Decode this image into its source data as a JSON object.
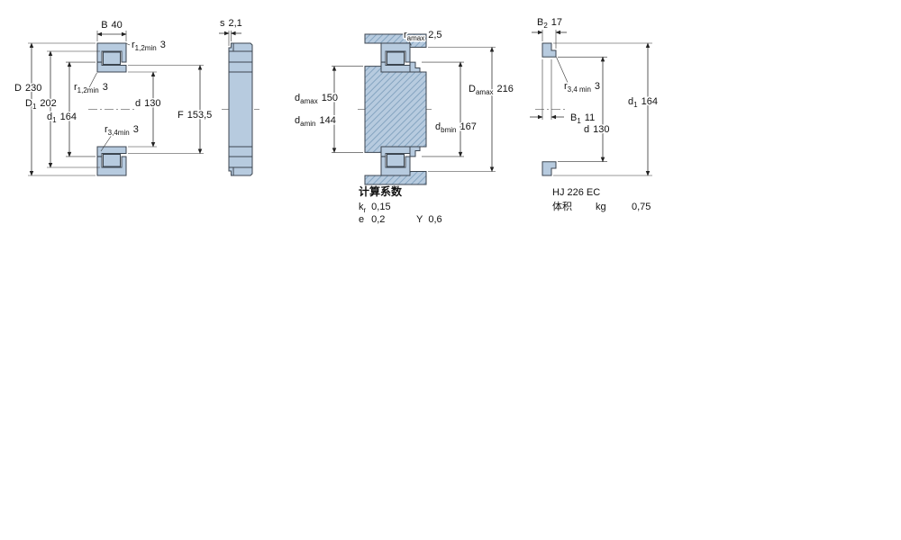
{
  "colors": {
    "section_fill": "#b7cbdf",
    "hatch_stroke": "#7fa0bd",
    "outline": "#3c4650",
    "dim_color": "#333333"
  },
  "figures": {
    "front_view": {
      "dims": {
        "B": {
          "base": "B",
          "sub": "",
          "value": "40"
        },
        "r12_right": {
          "base": "r",
          "sub": "1,2min",
          "value": "3"
        },
        "r12_left": {
          "base": "r",
          "sub": "1,2min",
          "value": "3"
        },
        "D": {
          "base": "D",
          "sub": "",
          "value": "230"
        },
        "D1": {
          "base": "D",
          "sub": "1",
          "value": "202"
        },
        "d1": {
          "base": "d",
          "sub": "1",
          "value": "164"
        },
        "d": {
          "base": "d",
          "sub": "",
          "value": "130"
        },
        "r34": {
          "base": "r",
          "sub": "3,4min",
          "value": "3"
        },
        "F": {
          "base": "F",
          "sub": "",
          "value": "153,5"
        }
      }
    },
    "side_view": {
      "dims": {
        "s": {
          "base": "s",
          "sub": "",
          "value": "2,1"
        }
      }
    },
    "mounting_view": {
      "dims": {
        "ra": {
          "base": "r",
          "sub": "amax",
          "value": "2,5"
        },
        "damax": {
          "base": "d",
          "sub": "amax",
          "value": "150"
        },
        "damin": {
          "base": "d",
          "sub": "amin",
          "value": "144"
        },
        "Damax": {
          "base": "D",
          "sub": "amax",
          "value": "216"
        },
        "dbmin": {
          "base": "d",
          "sub": "bmin",
          "value": "167"
        }
      }
    },
    "angle_ring_view": {
      "dims": {
        "B2": {
          "base": "B",
          "sub": "2",
          "value": "17"
        },
        "r34": {
          "base": "r",
          "sub": "3,4 min",
          "value": "3"
        },
        "d1": {
          "base": "d",
          "sub": "1",
          "value": "164"
        },
        "B1": {
          "base": "B",
          "sub": "1",
          "value": "11"
        },
        "d": {
          "base": "d",
          "sub": "",
          "value": "130"
        }
      }
    }
  },
  "calculation_factors": {
    "title": "计算系数",
    "kr": {
      "base": "k",
      "sub": "r",
      "value": "0,15"
    },
    "e": {
      "base": "e",
      "sub": "",
      "value": "0,2"
    },
    "Y": {
      "base": "Y",
      "sub": "",
      "value": "0,6"
    }
  },
  "product": {
    "designation": "HJ 226 EC",
    "weight_label": "体积",
    "weight_unit": "kg",
    "weight_value": "0,75"
  }
}
